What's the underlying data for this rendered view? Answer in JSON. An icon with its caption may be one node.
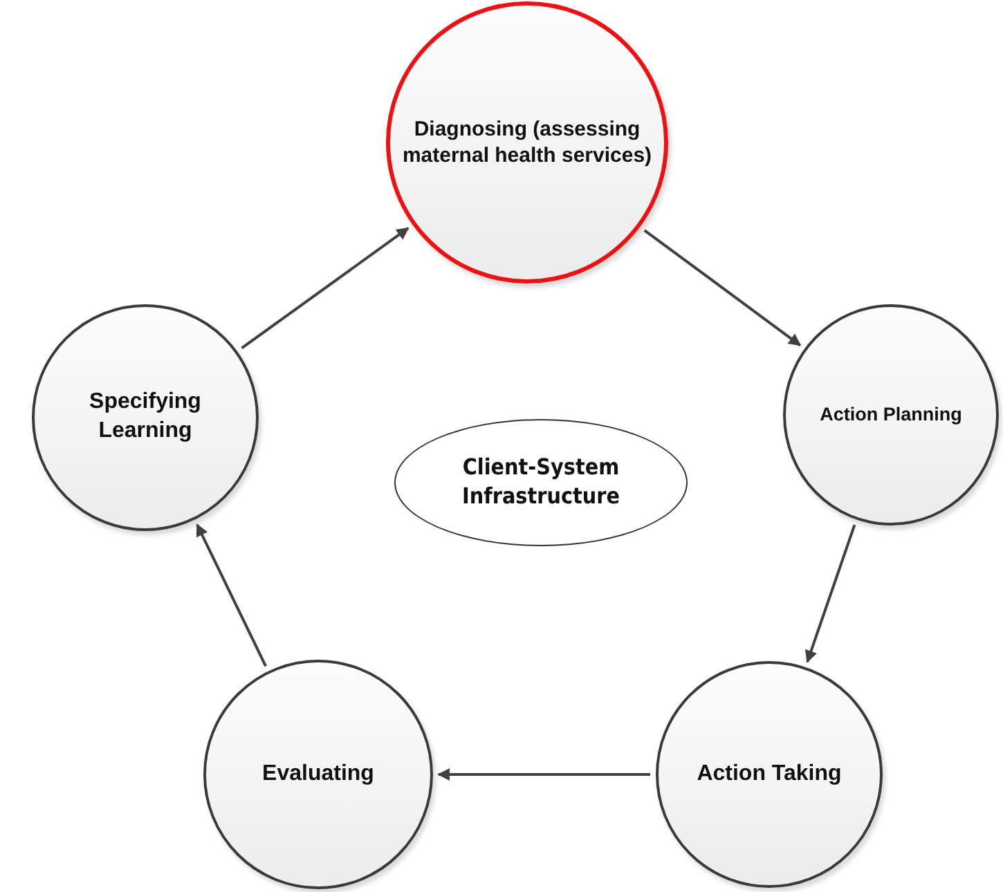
{
  "diagram": {
    "nodes": [
      {
        "text": [
          "Diagnosing (assessing maternal health services)"
        ]
      },
      {
        "text": [
          "Action Planning"
        ]
      },
      {
        "text": [
          "Action Taking"
        ]
      },
      {
        "text": [
          "Evaluating"
        ]
      },
      {
        "text": [
          "Specifying Learning"
        ]
      },
      {
        "text": [
          "Client-System Infrastructure"
        ]
      }
    ],
    "edges": [
      {
        "from": 0,
        "to": 1,
        "arrow": "to"
      },
      {
        "from": 1,
        "to": 2,
        "arrow": "to"
      },
      {
        "from": 2,
        "to": 3,
        "arrow": "to"
      },
      {
        "from": 3,
        "to": 4,
        "arrow": "to"
      },
      {
        "from": 4,
        "to": 0,
        "arrow": "to"
      }
    ]
  }
}
